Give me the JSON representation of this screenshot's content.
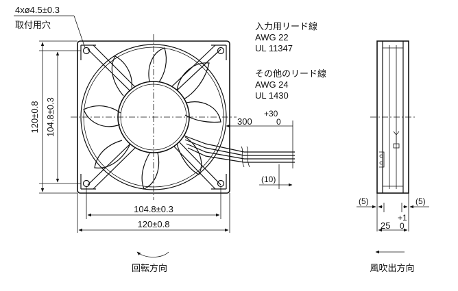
{
  "mount_hole": {
    "spec": "4xø4.5±0.3",
    "label": "取付用穴"
  },
  "input_lead": {
    "title": "入力用リード線",
    "awg": "AWG 22",
    "ul": "UL 11347"
  },
  "other_lead": {
    "title": "その他のリード線",
    "awg": "AWG 24",
    "ul": "UL 1430"
  },
  "lead_length": {
    "tol": "+30",
    "nominal": "300",
    "minus": "0"
  },
  "strip_length": "(10)",
  "dims": {
    "outer_h": "120±0.8",
    "inner_h": "104.8±0.3",
    "inner_w": "104.8±0.3",
    "outer_w": "120±0.8"
  },
  "side": {
    "left_gap": "(5)",
    "right_gap": "(5)",
    "depth": "25",
    "depth_plus": "+1",
    "depth_minus": "0"
  },
  "rotation_label": "回転方向",
  "airflow_label": "風吹出方向"
}
